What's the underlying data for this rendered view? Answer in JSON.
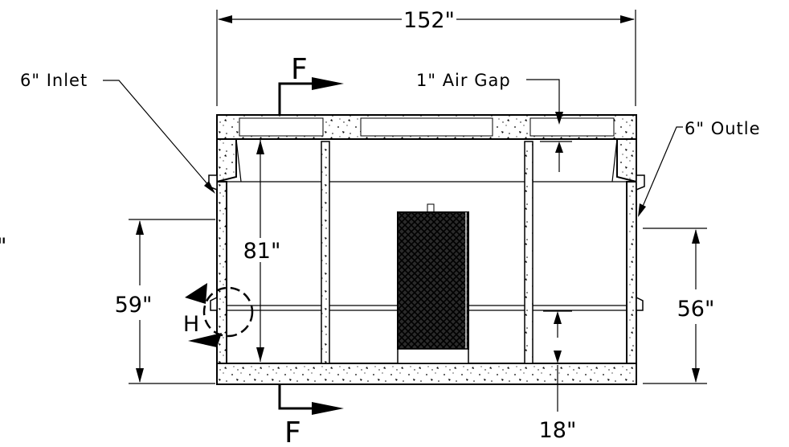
{
  "dimensions": {
    "overall_width": "152\"",
    "air_gap": "1\" Air Gap",
    "interior_height": "81\"",
    "inlet_invert": "59\"",
    "outlet_invert": "56\"",
    "baffle_opening": "18\"",
    "cut_left": "\""
  },
  "notes": {
    "inlet": "6\" Inlet",
    "outlet": "6\" Outle"
  },
  "sections": {
    "top_marker": "F",
    "bottom_marker": "F",
    "detail_marker": "H"
  }
}
